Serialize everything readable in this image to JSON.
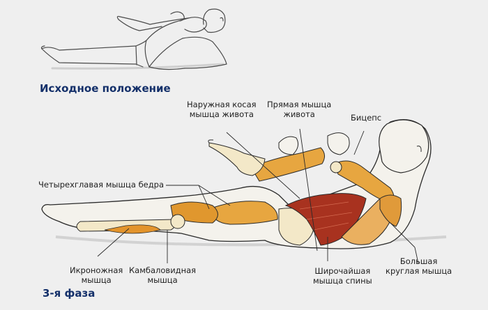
{
  "figure": {
    "panel_top": {
      "caption": "Исходное положение"
    },
    "panel_bottom": {
      "caption": "3-я фаза",
      "labels": {
        "external_oblique": {
          "line1": "Наружная косая",
          "line2": "мышца живота"
        },
        "rectus_abdominis": {
          "line1": "Прямая мышца",
          "line2": "живота"
        },
        "biceps": {
          "line1": "Бицепс"
        },
        "quadriceps": {
          "line1": "Четырехглавая мышца бедра"
        },
        "gastrocnemius": {
          "line1": "Икроножная",
          "line2": "мышца"
        },
        "soleus": {
          "line1": "Камбаловидная",
          "line2": "мышца"
        },
        "latissimus": {
          "line1": "Широчайшая",
          "line2": "мышца спины"
        },
        "teres_major": {
          "line1": "Большая",
          "line2": "круглая мышца"
        }
      }
    },
    "colors": {
      "background": "#efefef",
      "caption": "#14306a",
      "muscle_orange": "#e7a640",
      "muscle_red": "#a8321f",
      "bone": "#f3e8c8",
      "outline": "#2a2a2a"
    }
  }
}
